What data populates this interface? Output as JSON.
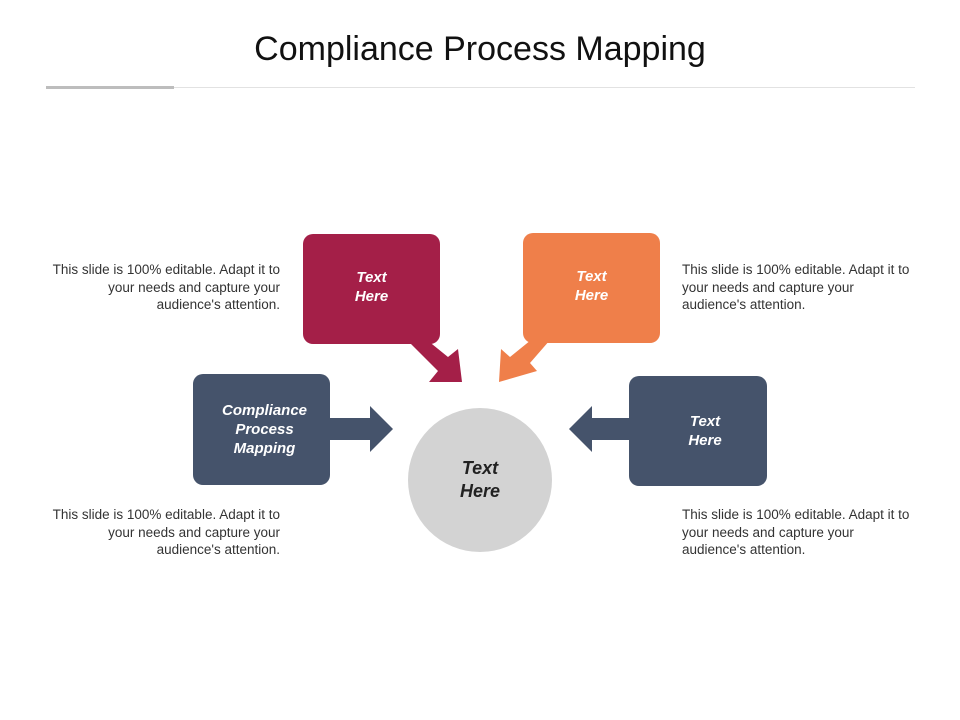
{
  "slide": {
    "title": "Compliance Process Mapping"
  },
  "diagram": {
    "center": {
      "label": "Text\nHere",
      "color": "#d3d3d3"
    },
    "boxes": [
      {
        "label": "Text\nHere",
        "color": "#a41f48"
      },
      {
        "label": "Text\nHere",
        "color": "#ef7f4a"
      },
      {
        "label": "Compliance\nProcess\nMapping",
        "color": "#45536b"
      },
      {
        "label": "Text\nHere",
        "color": "#45536b"
      }
    ],
    "descriptions": [
      "This slide is 100% editable. Adapt it to your needs and capture your audience's attention.",
      "This slide is 100% editable. Adapt it to your needs and capture your audience's attention.",
      "This slide is 100% editable. Adapt it to your needs and capture your audience's attention.",
      "This slide is 100% editable. Adapt it to your needs and capture your audience's attention."
    ]
  }
}
